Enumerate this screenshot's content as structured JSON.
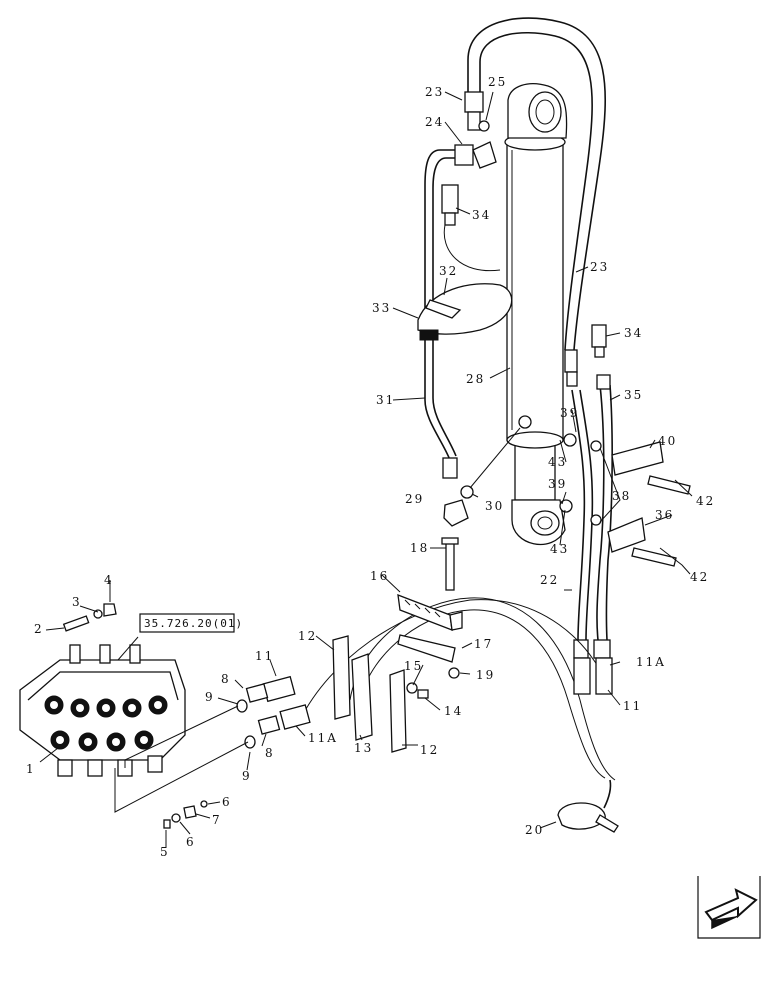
{
  "reference_box": "35.726.20(01)",
  "callouts": {
    "c1": "1",
    "c2": "2",
    "c3": "3",
    "c4": "4",
    "c5": "5",
    "c6a": "6",
    "c6b": "6",
    "c7": "7",
    "c8a": "8",
    "c8b": "8",
    "c9a": "9",
    "c9b": "9",
    "c11a": "11",
    "c11b": "11",
    "c11Aa": "11A",
    "c11Ab": "11A",
    "c12a": "12",
    "c12b": "12",
    "c13": "13",
    "c14": "14",
    "c15": "15",
    "c16": "16",
    "c17": "17",
    "c18": "18",
    "c19": "19",
    "c20": "20",
    "c22": "22",
    "c23a": "23",
    "c23b": "23",
    "c24": "24",
    "c25": "25",
    "c28": "28",
    "c29": "29",
    "c30": "30",
    "c31": "31",
    "c32": "32",
    "c33": "33",
    "c34a": "34",
    "c34b": "34",
    "c35": "35",
    "c36": "36",
    "c38": "38",
    "c39a": "39",
    "c39b": "39",
    "c40": "40",
    "c42a": "42",
    "c42b": "42",
    "c43a": "43",
    "c43b": "43"
  },
  "nav_icon": "next-page-arrow-icon"
}
